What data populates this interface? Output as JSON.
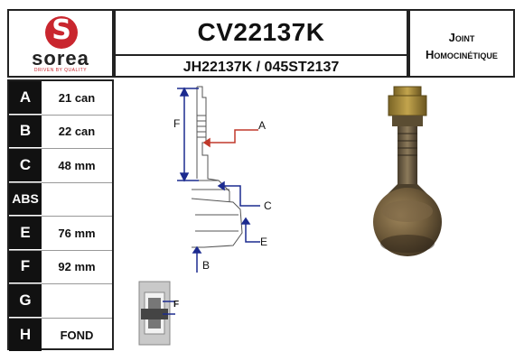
{
  "brand": {
    "name": "sorea",
    "tagline": "DRIVEN BY QUALITY",
    "mark": "S",
    "color": "#c9262e"
  },
  "header": {
    "part_number": "CV22137K",
    "cross_references": "JH22137K / 045ST2137",
    "product_type_line1": "Joint",
    "product_type_line2": "Homocinétique"
  },
  "specs": [
    {
      "label": "A",
      "value": "21 can"
    },
    {
      "label": "B",
      "value": "22 can"
    },
    {
      "label": "C",
      "value": "48 mm"
    },
    {
      "label": "ABS",
      "value": ""
    },
    {
      "label": "E",
      "value": "76 mm"
    },
    {
      "label": "F",
      "value": "92 mm"
    },
    {
      "label": "G",
      "value": ""
    },
    {
      "label": "H",
      "value": "FOND"
    }
  ],
  "diagram_labels": {
    "a": "A",
    "b": "B",
    "c": "C",
    "e": "E",
    "f": "F",
    "g_mini": "F"
  },
  "colors": {
    "dimension_line": "#1c2b8f",
    "pointer_red": "#c0392b",
    "outline": "#333333"
  }
}
